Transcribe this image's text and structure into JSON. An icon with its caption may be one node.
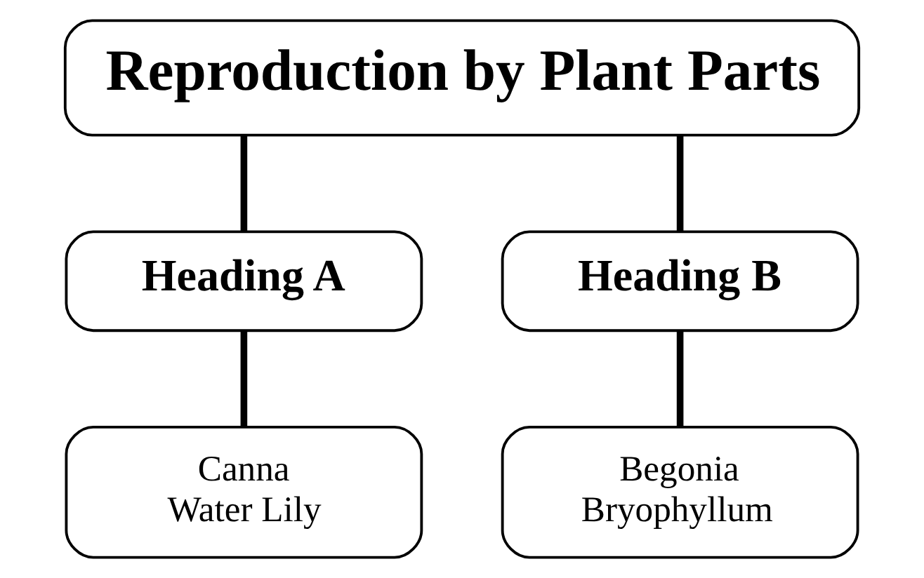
{
  "diagram": {
    "nodes": [
      {
        "text": [
          "Reproduction by Plant Parts"
        ]
      },
      {
        "text": [
          "Heading A"
        ]
      },
      {
        "text": [
          "Heading B"
        ]
      },
      {
        "text": [
          "Canna",
          "Water Lily"
        ]
      },
      {
        "text": [
          "Begonia",
          "Bryophyllum"
        ]
      }
    ],
    "edges": [
      {
        "from": 0,
        "to": 1,
        "arrow": "none"
      },
      {
        "from": 0,
        "to": 2,
        "arrow": "none"
      },
      {
        "from": 1,
        "to": 3,
        "arrow": "none"
      },
      {
        "from": 2,
        "to": 4,
        "arrow": "none"
      }
    ]
  }
}
